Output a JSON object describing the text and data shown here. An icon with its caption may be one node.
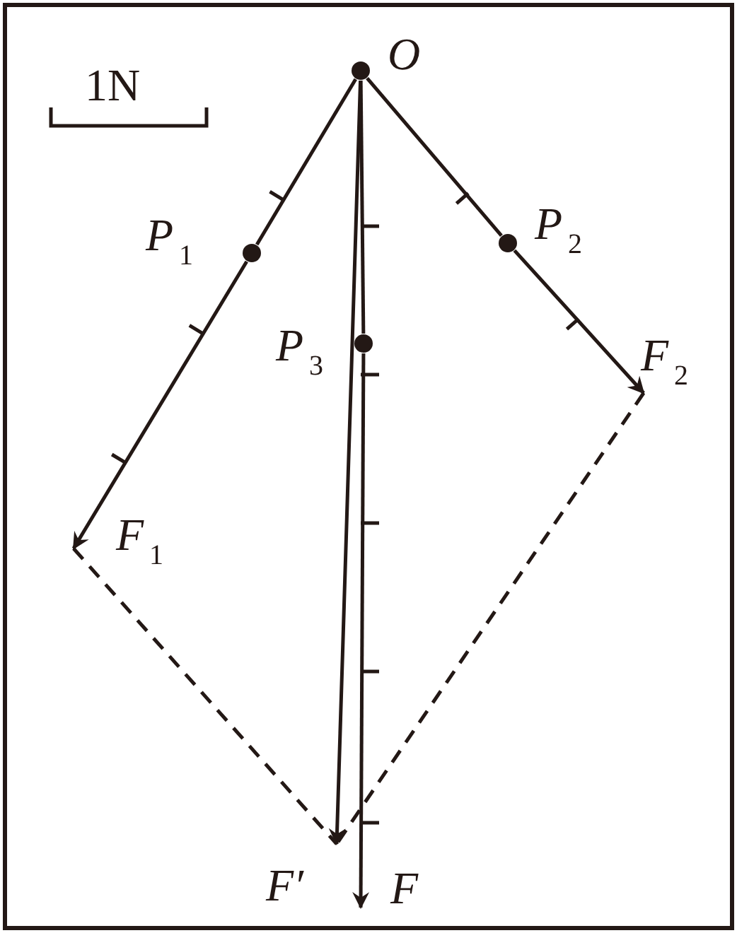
{
  "diagram": {
    "nodes": [
      {
        "text": [],
        "shape": "circle",
        "beside": [
          "O"
        ]
      },
      {
        "text": [
          "F$_{1}$"
        ]
      },
      {
        "text": [
          "F$_{2}$"
        ]
      },
      {
        "text": [
          "F′"
        ]
      },
      {
        "text": [
          "F"
        ]
      },
      {
        "text": [],
        "shape": "circle",
        "beside": [
          "P$_{1}$"
        ]
      },
      {
        "text": [],
        "shape": "circle",
        "beside": [
          "P$_{2}$"
        ]
      },
      {
        "text": [],
        "shape": "circle",
        "beside": [
          "P$_{3}$"
        ]
      }
    ],
    "edges": [
      {
        "from": 0,
        "to": 5,
        "arrow": "none"
      },
      {
        "from": 5,
        "to": 1,
        "arrow": "to"
      },
      {
        "from": 0,
        "to": 6,
        "arrow": "none"
      },
      {
        "from": 6,
        "to": 2,
        "arrow": "to"
      },
      {
        "from": 0,
        "to": 3,
        "arrow": "to"
      },
      {
        "from": 0,
        "to": 7,
        "arrow": "none"
      },
      {
        "from": 7,
        "to": 4,
        "arrow": "to"
      },
      {
        "from": 1,
        "to": 3,
        "arrow": "none",
        "style": "dashed"
      },
      {
        "from": 2,
        "to": 3,
        "arrow": "none",
        "style": "dashed"
      }
    ],
    "labels": [
      "1N"
    ]
  }
}
